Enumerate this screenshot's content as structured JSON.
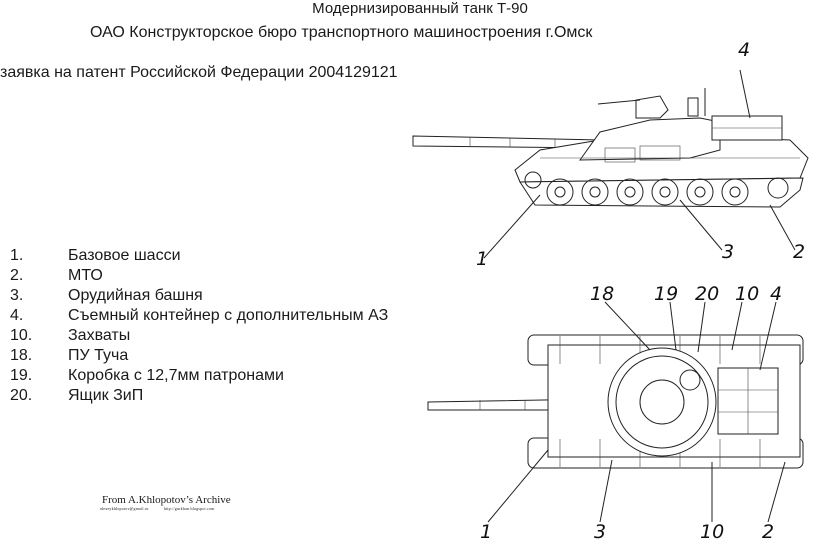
{
  "header": {
    "title": "Модернизированный танк Т-90",
    "subtitle": "ОАО Конструкторское бюро транспортного машиностроения г.Омск",
    "patent": "заявка на патент Российской Федерации 2004129121"
  },
  "legend": [
    {
      "num": "1.",
      "text": "Базовое шасси"
    },
    {
      "num": "2.",
      "text": "МТО"
    },
    {
      "num": "3.",
      "text": "Орудийная башня"
    },
    {
      "num": "4.",
      "text": "Съемный контейнер с дополнительным АЗ"
    },
    {
      "num": "10.",
      "text": "Захваты"
    },
    {
      "num": "18.",
      "text": "ПУ Туча"
    },
    {
      "num": "19.",
      "text": "Коробка с 12,7мм патронами"
    },
    {
      "num": "20.",
      "text": "Ящик ЗиП"
    }
  ],
  "side_view_callouts": [
    "4",
    "1",
    "3",
    "2"
  ],
  "top_view_callouts": [
    "18",
    "19",
    "20",
    "10",
    "4",
    "1",
    "3",
    "10",
    "2"
  ],
  "footer": {
    "archive": "From A.Khlopotov’s Archive",
    "small_left": "alexeykhlopotov@gmail.ru",
    "small_right": "http://gurkhan.blogspot.com"
  }
}
